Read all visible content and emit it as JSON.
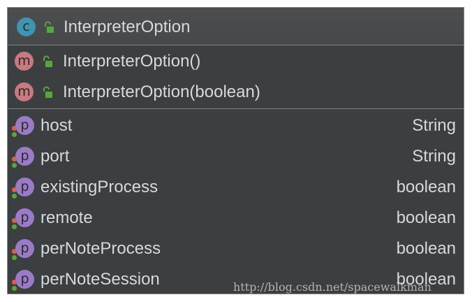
{
  "class": {
    "kind_letter": "c",
    "name": "InterpreterOption"
  },
  "methods": [
    {
      "kind_letter": "m",
      "label": "InterpreterOption()"
    },
    {
      "kind_letter": "m",
      "label": "InterpreterOption(boolean)"
    }
  ],
  "fields": [
    {
      "kind_letter": "p",
      "name": "host",
      "type": "String"
    },
    {
      "kind_letter": "p",
      "name": "port",
      "type": "String"
    },
    {
      "kind_letter": "p",
      "name": "existingProcess",
      "type": "boolean"
    },
    {
      "kind_letter": "p",
      "name": "remote",
      "type": "boolean"
    },
    {
      "kind_letter": "p",
      "name": "perNoteProcess",
      "type": "boolean"
    },
    {
      "kind_letter": "p",
      "name": "perNoteSession",
      "type": "boolean"
    }
  ],
  "watermark": "http://blog.csdn.net/spacewalkman",
  "colors": {
    "panel_background": "#3c3f41",
    "class_badge": "#3f94b0",
    "method_badge": "#c87a80",
    "property_badge": "#9a7bc8",
    "public_lock": "#5aa53b",
    "text": "#d6d8da"
  },
  "icons": {
    "class_badge": "class-c-icon",
    "method_badge": "method-m-icon",
    "property_badge": "property-p-icon",
    "visibility": "public-unlocked-lock-icon"
  }
}
